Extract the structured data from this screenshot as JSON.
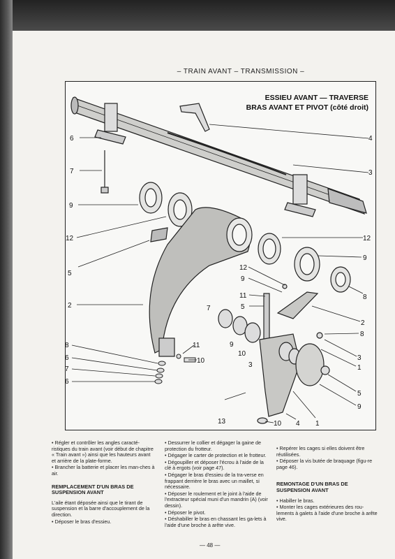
{
  "header": {
    "title": "– TRAIN AVANT – TRANSMISSION –"
  },
  "diagram": {
    "title_line1": "ESSIEU AVANT — TRAVERSE",
    "title_line2": "BRAS AVANT ET PIVOT (côté droit)",
    "callouts": {
      "c6a": "6",
      "c7a": "7",
      "c9a": "9",
      "c12a": "12",
      "c5a": "5",
      "c2a": "2",
      "c8b": "8",
      "c6b": "6",
      "c7b": "7",
      "c6c": "6",
      "c4a": "4",
      "c3a": "3",
      "c12b": "12",
      "c9b": "9",
      "c8a": "8",
      "c12c": "12",
      "c9c": "9",
      "c11a": "11",
      "c5b": "5",
      "c7c": "7",
      "c2b": "2",
      "c8c": "8",
      "c9d": "9",
      "c10a": "10",
      "c3b": "3",
      "c3c": "3",
      "c1a": "1",
      "c5c": "5",
      "c9e": "9",
      "c11b": "11",
      "c10b": "10",
      "c13": "13",
      "c10c": "10",
      "c4b": "4",
      "c1b": "1"
    }
  },
  "col1": {
    "p1": "• Régler et contrôler les angles caracté-ristiques du train avant (voir début de chapitre « Train avant ») ainsi que les hauteurs avant et arrière de la plate-forme.",
    "p2": "• Brancher la batterie et placer les man-ches à air.",
    "h1": "REMPLACEMENT D'UN BRAS DE SUSPENSION AVANT",
    "p3": "L'aile étant déposée ainsi que le tirant de suspension et la barre d'accouplement de la direction.",
    "p4": "• Déposer le bras d'essieu."
  },
  "col2": {
    "p1": "• Dessurrer le collier et dégager la gaine de protection du frotteur.",
    "p2": "• Dégager le carter de protection et le frotteur.",
    "p3": "• Dégoupiller et déposer l'écrou à l'aide de la clé à ergots (voir page 47).",
    "p4": "• Dégager le bras d'essieu de la tra-verse en frappant derrière le bras avec un maillet, si nécessaire.",
    "p5": "• Déposer le roulement et le joint à l'aide de l'extracteur spécial muni d'un mandrin (A) (voir dessin).",
    "p6": "• Déposer le pivot.",
    "p7": "• Déshabiller le bras en chassant les ga-lets à l'aide d'une broche à arête vive."
  },
  "col3": {
    "p1": "• Repérer les cages si elles doivent être réutilisées.",
    "p2": "• Déposer la vis butée de braquage (figu-re page 46).",
    "h1": "REMONTAGE D'UN BRAS DE SUSPENSION AVANT",
    "p3": "• Habiller le bras.",
    "p4": "• Monter les cages extérieures des rou-lements à galets à l'aide d'une broche à arête vive."
  },
  "footer": {
    "page": "— 48 —"
  }
}
